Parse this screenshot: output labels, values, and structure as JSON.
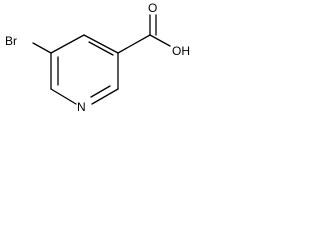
{
  "structure": {
    "atoms": {
      "bromine": "Br",
      "oxygen_carbonyl": "O",
      "hydroxyl": "OH",
      "nitrogen": "N"
    },
    "bond_color": "#000000",
    "background_color": "#ffffff"
  }
}
